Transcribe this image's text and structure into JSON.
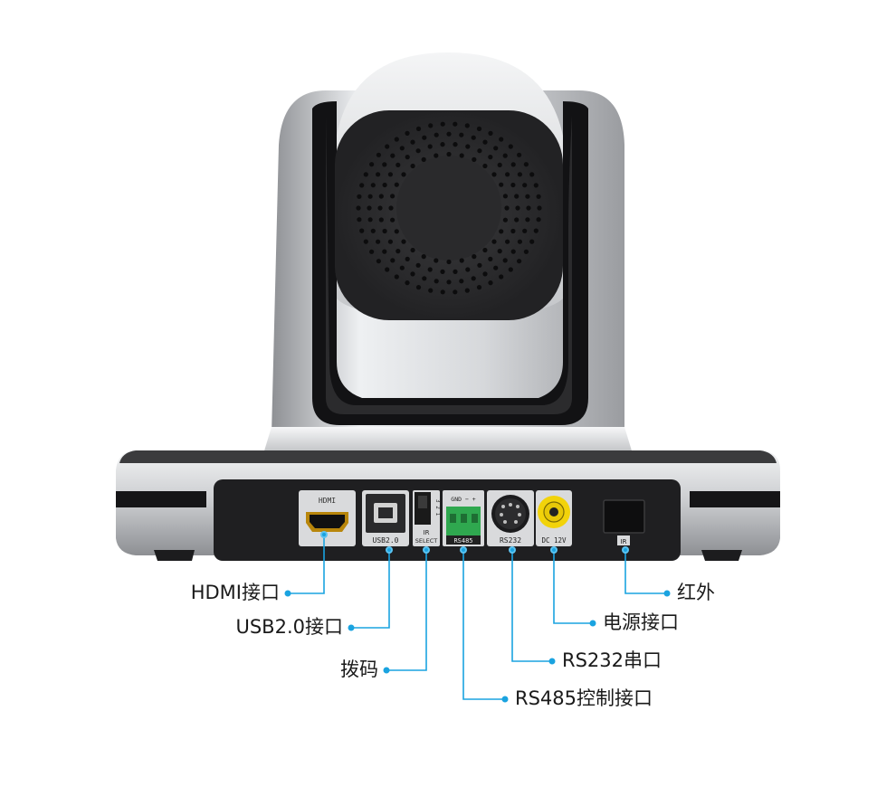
{
  "colors": {
    "accent": "#1aa3e0",
    "panel": "#1f1f21",
    "silver": "#c8c9cc",
    "rs485_green": "#2fa84f",
    "dc_yellow": "#f2d30a"
  },
  "ports": {
    "hdmi": "HDMI",
    "usb": "USB2.0",
    "ir_top": "IR",
    "ir_bottom": "SELECT",
    "switch_marks": "3 2 1",
    "rs485_pins": "GND − +",
    "rs485": "RS485",
    "rs232": "RS232",
    "dc": "DC 12V",
    "ir_window": "IR"
  },
  "callouts": {
    "hdmi": "HDMI接口",
    "usb": "USB2.0接口",
    "dip": "拨码",
    "rs485": "RS485控制接口",
    "rs232": "RS232串口",
    "power": "电源接口",
    "infrared": "红外"
  }
}
